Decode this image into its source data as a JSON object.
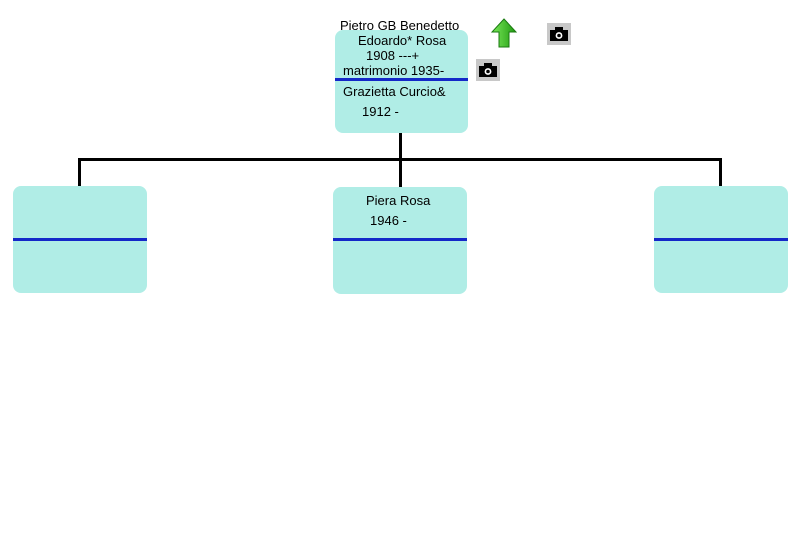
{
  "couple": {
    "husband_line1": "Pietro GB Benedetto",
    "husband_line2": "Edoardo* Rosa",
    "husband_dates": "1908 ---+",
    "marriage": "matrimonio 1935-",
    "wife_name": "Grazietta Curcio&",
    "wife_dates": "1912 -"
  },
  "icons": {
    "up_arrow": "up-arrow-icon",
    "camera": "camera-icon",
    "arrow_color": "#3cc81e"
  },
  "children": [
    {
      "name": "",
      "dates": ""
    },
    {
      "name": "Piera Rosa",
      "dates": "1946 -"
    },
    {
      "name": "",
      "dates": ""
    }
  ]
}
